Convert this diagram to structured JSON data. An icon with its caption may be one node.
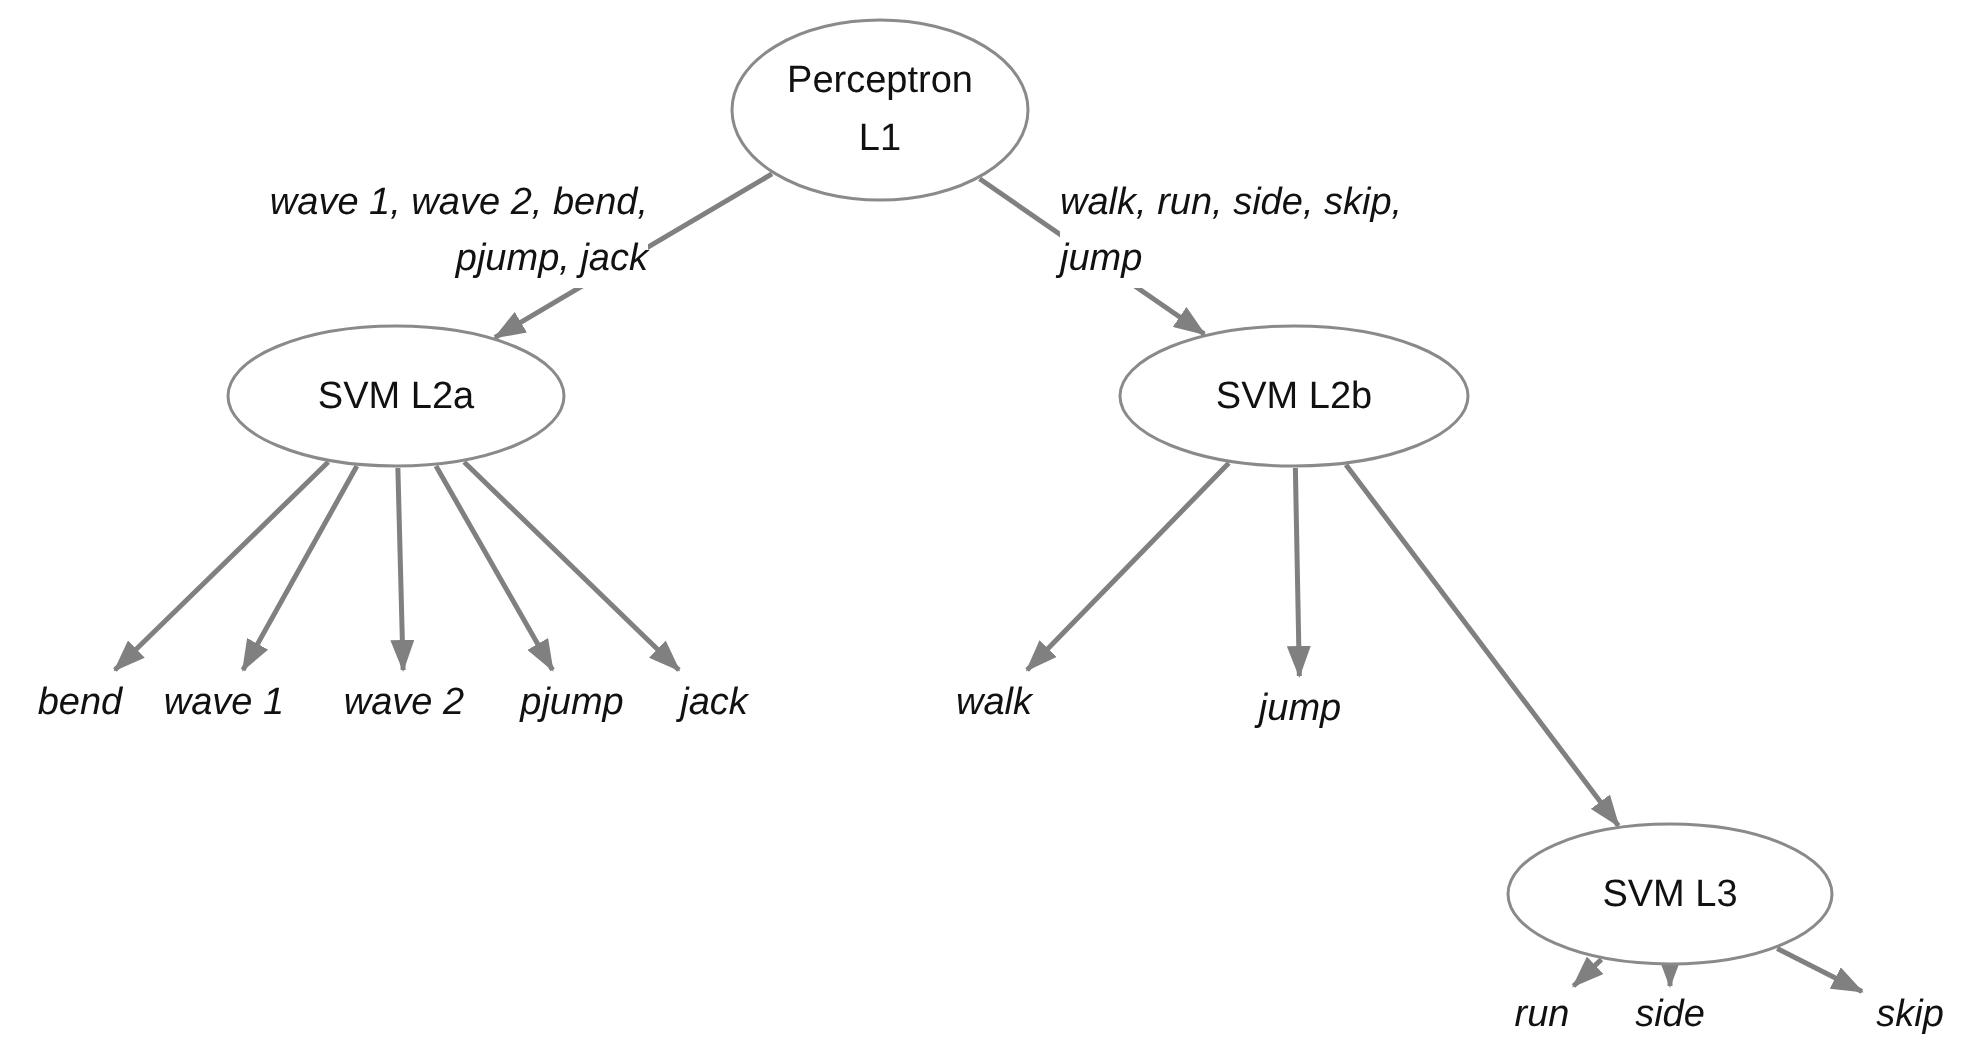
{
  "diagram": {
    "nodes": [
      {
        "text": [
          "Perceptron L1"
        ]
      },
      {
        "text": [
          "SVM L2a"
        ]
      },
      {
        "text": [
          "SVM L2b"
        ]
      },
      {
        "text": [
          "bend"
        ]
      },
      {
        "text": [
          "wave 1"
        ]
      },
      {
        "text": [
          "wave 2"
        ]
      },
      {
        "text": [
          "pjump"
        ]
      },
      {
        "text": [
          "jack"
        ]
      },
      {
        "text": [
          "walk"
        ]
      },
      {
        "text": [
          "jump"
        ]
      },
      {
        "text": [
          "SVM L3"
        ]
      },
      {
        "text": [
          "run"
        ]
      },
      {
        "text": [
          "side"
        ]
      },
      {
        "text": [
          "skip"
        ]
      }
    ],
    "edges": [
      {
        "from": 0,
        "to": 1,
        "arrow": "to",
        "label": "wave 1, wave 2, bend, pjump, jack"
      },
      {
        "from": 0,
        "to": 2,
        "arrow": "to",
        "label": "walk, run, side, skip, jump"
      },
      {
        "from": 1,
        "to": 3,
        "arrow": "to"
      },
      {
        "from": 1,
        "to": 4,
        "arrow": "to"
      },
      {
        "from": 1,
        "to": 5,
        "arrow": "to"
      },
      {
        "from": 1,
        "to": 6,
        "arrow": "to"
      },
      {
        "from": 1,
        "to": 7,
        "arrow": "to"
      },
      {
        "from": 2,
        "to": 8,
        "arrow": "to"
      },
      {
        "from": 2,
        "to": 9,
        "arrow": "to"
      },
      {
        "from": 2,
        "to": 10,
        "arrow": "to"
      },
      {
        "from": 10,
        "to": 11,
        "arrow": "to"
      },
      {
        "from": 10,
        "to": 12,
        "arrow": "to"
      },
      {
        "from": 10,
        "to": 13,
        "arrow": "to"
      }
    ]
  }
}
